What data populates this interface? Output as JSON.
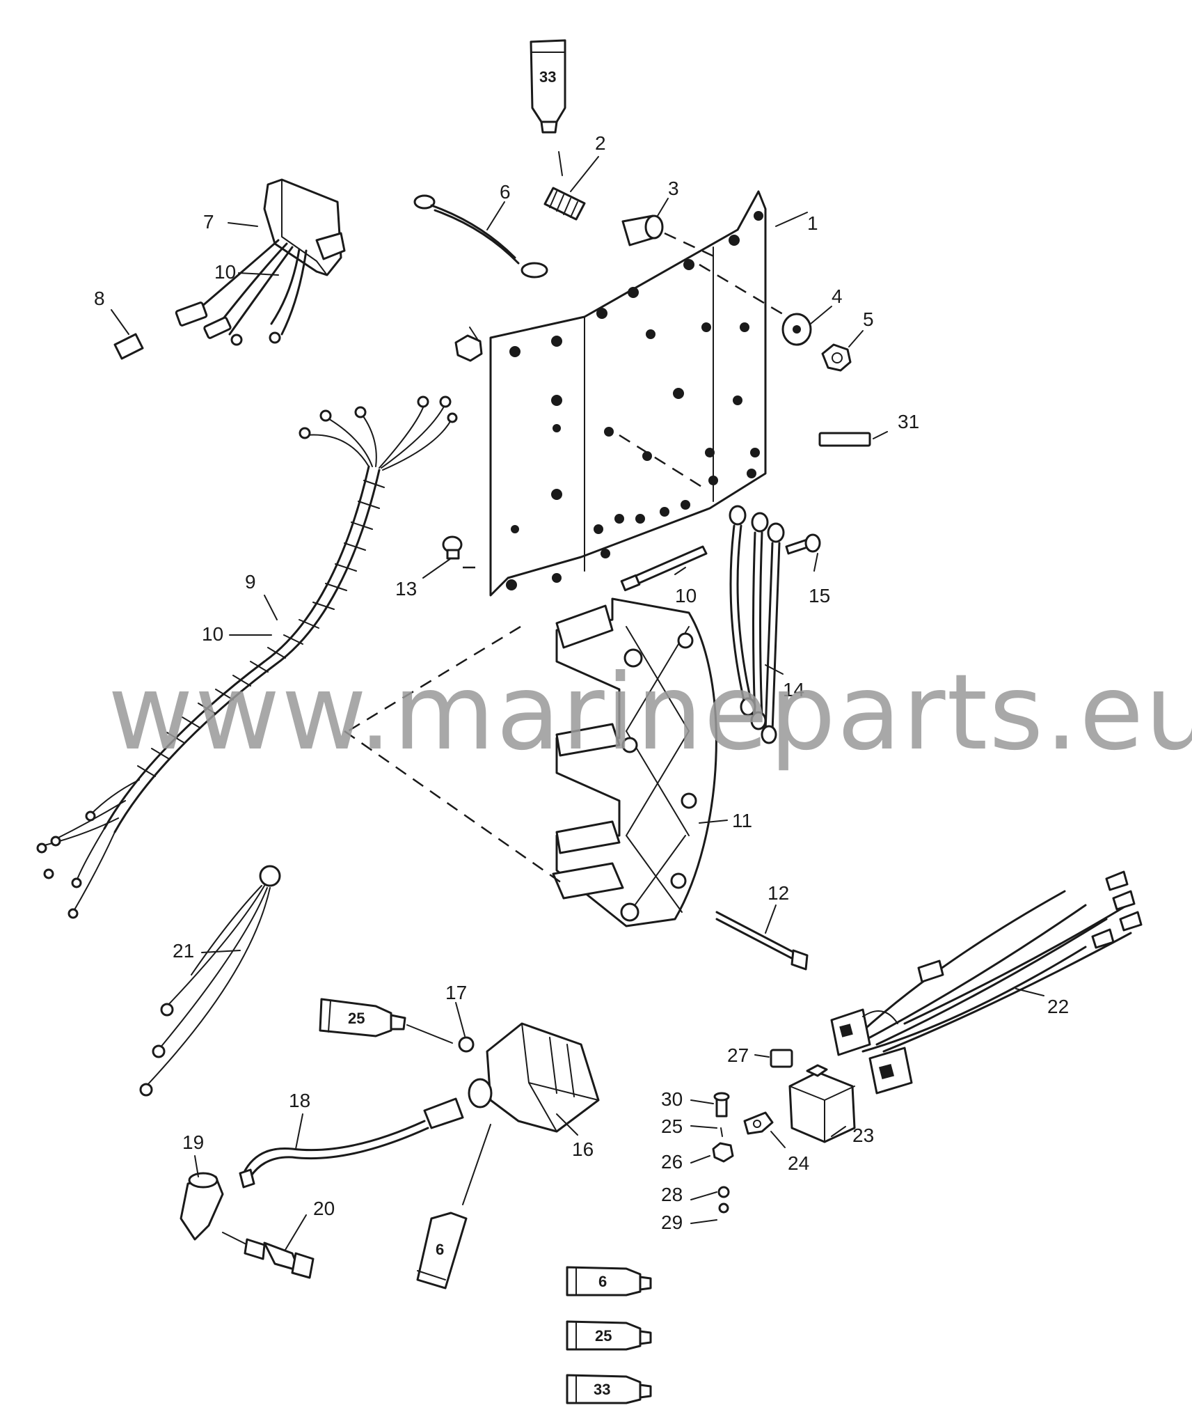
{
  "watermark": "www.marineparts.eu",
  "callouts": {
    "c1": "1",
    "c2": "2",
    "c3": "3",
    "c4": "4",
    "c5": "5",
    "c6": "6",
    "c7": "7",
    "c8": "8",
    "c9": "9",
    "c10a": "10",
    "c10b": "10",
    "c10c": "10",
    "c11": "11",
    "c12": "12",
    "c13": "13",
    "c14": "14",
    "c15": "15",
    "c16": "16",
    "c17": "17",
    "c18": "18",
    "c19": "19",
    "c20": "20",
    "c21": "21",
    "c22": "22",
    "c23": "23",
    "c24": "24",
    "c25a": "25",
    "c26": "26",
    "c27": "27",
    "c28": "28",
    "c29": "29",
    "c30": "30",
    "c31": "31"
  },
  "tubes": {
    "t33_top": "33",
    "t25_mid": "25",
    "t6_mid": "6",
    "t6_bottom": "6",
    "t25_bottom": "25",
    "t33_bottom": "33"
  }
}
